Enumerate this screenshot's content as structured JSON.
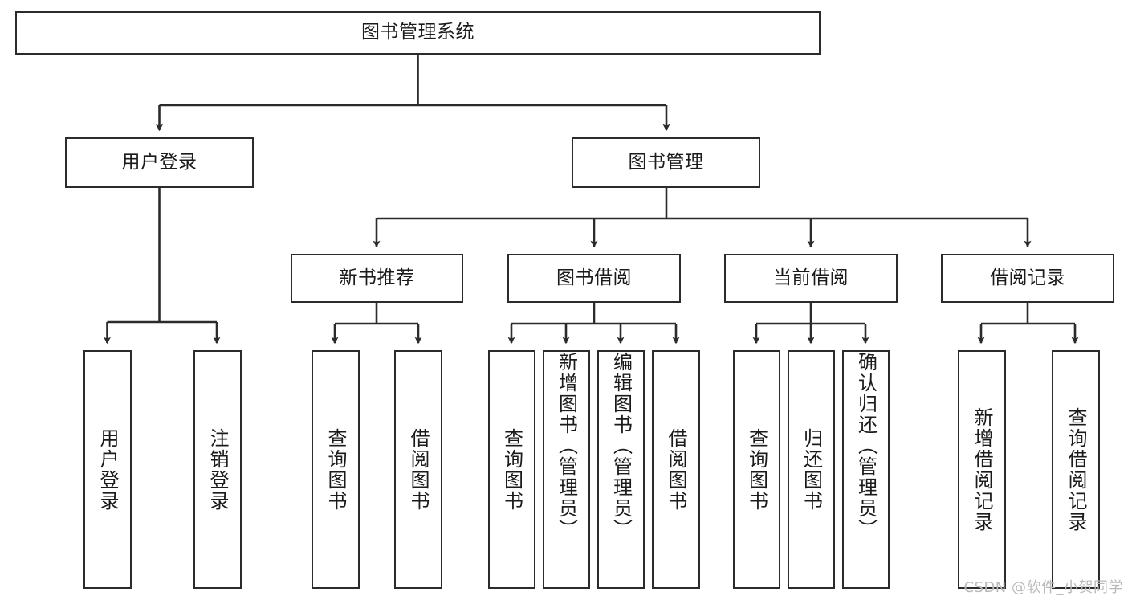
{
  "diagram": {
    "title": "图书管理系统",
    "type": "hierarchy-tree",
    "watermark": "CSDN @软件_小贺同学",
    "colors": {
      "box_border": "#2b2b2b",
      "box_fill": "#ffffff",
      "edge": "#2b2b2b",
      "text": "#1b1b1b",
      "watermark": "#b9b9b9"
    },
    "levels": {
      "root": {
        "label": "图书管理系统"
      },
      "level2": [
        {
          "label": "用户登录"
        },
        {
          "label": "图书管理"
        }
      ],
      "level3": [
        {
          "label": "新书推荐"
        },
        {
          "label": "图书借阅"
        },
        {
          "label": "当前借阅"
        },
        {
          "label": "借阅记录"
        }
      ],
      "leaves": {
        "user_login": [
          {
            "label": "用户登录"
          },
          {
            "label": "注销登录"
          }
        ],
        "new_book_recommend": [
          {
            "label": "查询图书"
          },
          {
            "label": "借阅图书"
          }
        ],
        "book_borrow": [
          {
            "label": "查询图书"
          },
          {
            "label": "新增图书（管理员）"
          },
          {
            "label": "编辑图书（管理员）"
          },
          {
            "label": "借阅图书"
          }
        ],
        "current_borrow": [
          {
            "label": "查询图书"
          },
          {
            "label": "归还图书"
          },
          {
            "label": "确认归还（管理员）"
          }
        ],
        "borrow_record": [
          {
            "label": "新增借阅记录"
          },
          {
            "label": "查询借阅记录"
          }
        ]
      }
    }
  }
}
